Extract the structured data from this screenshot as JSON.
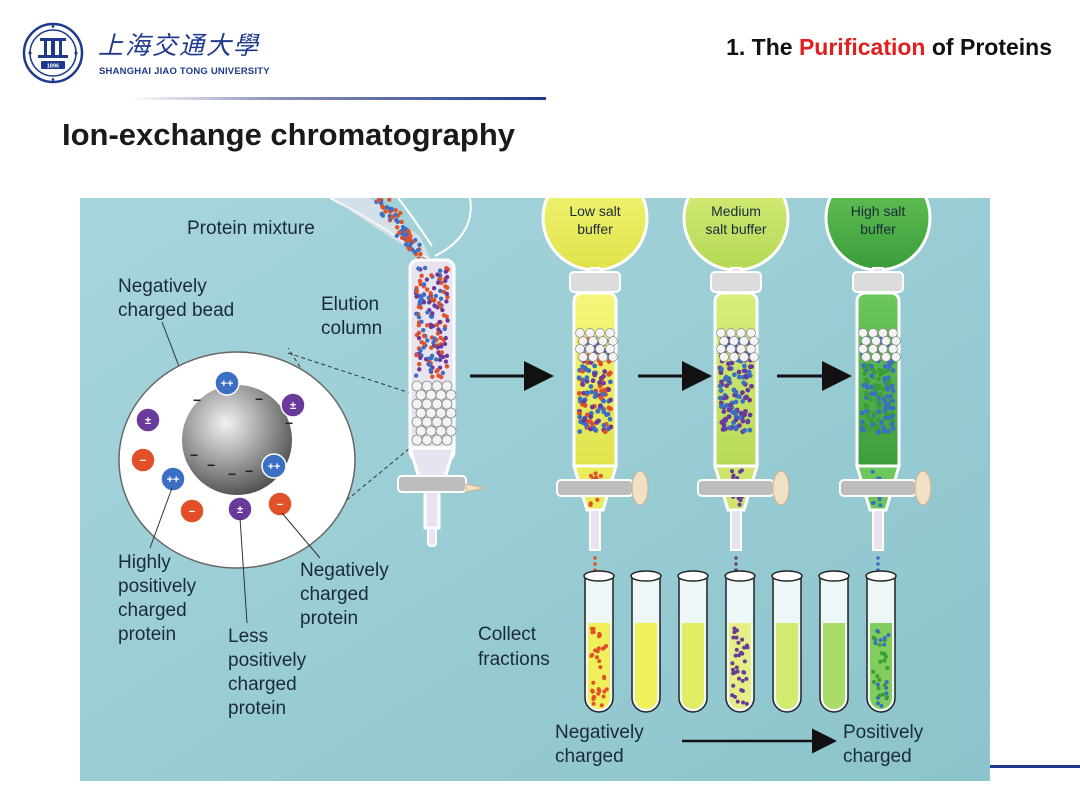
{
  "header": {
    "university_cn": "上海交通大學",
    "university_en": "SHANGHAI  JIAO TONG  UNIVERSITY",
    "logo_year": "1896",
    "section_prefix": "1. The",
    "section_highlight": "Purification",
    "section_suffix": "of Proteins"
  },
  "slide": {
    "title": "Ion-exchange chromatography"
  },
  "figure": {
    "labels": {
      "protein_mixture": "Protein mixture",
      "neg_bead_1": "Negatively",
      "neg_bead_2": "charged bead",
      "elution_1": "Elution",
      "elution_2": "column",
      "highly_1": "Highly",
      "highly_2": "positively",
      "highly_3": "charged",
      "highly_4": "protein",
      "less_1": "Less",
      "less_2": "positively",
      "less_3": "charged",
      "less_4": "protein",
      "negprot_1": "Negatively",
      "negprot_2": "charged",
      "negprot_3": "protein",
      "collect_1": "Collect",
      "collect_2": "fractions",
      "neg_charged_1": "Negatively",
      "neg_charged_2": "charged",
      "pos_charged_1": "Positively",
      "pos_charged_2": "charged"
    },
    "buffers": [
      {
        "line1": "Low salt",
        "line2": "buffer"
      },
      {
        "line1": "Medium",
        "line2": "salt buffer"
      },
      {
        "line1": "High salt",
        "line2": "buffer"
      }
    ],
    "colors": {
      "background": "#9fcfd6",
      "low_buffer": "#e8ec5a",
      "medium_buffer": "#c9e36a",
      "high_buffer": "#4fb84a",
      "red_protein": "#e2502a",
      "blue_protein": "#3b6fc4",
      "purple_protein": "#6a3a9a"
    }
  },
  "colors": {
    "brand_blue": "#1f3a8a",
    "highlight_red": "#e0201f"
  }
}
